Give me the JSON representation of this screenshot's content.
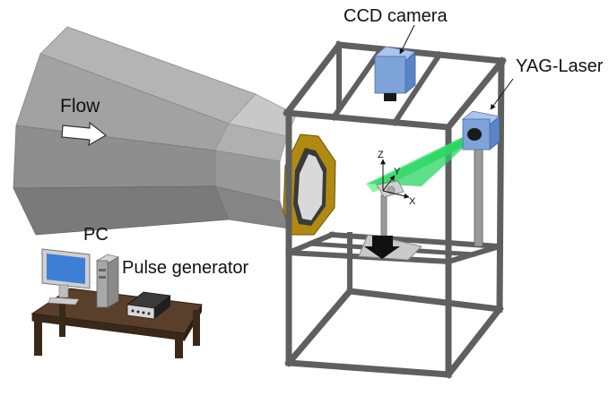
{
  "labels": {
    "flow": "Flow",
    "pc": "PC",
    "pulse_generator": "Pulse generator",
    "ccd_camera": "CCD camera",
    "yag_laser": "YAG-Laser",
    "axis_z": "Z",
    "axis_y": "Y",
    "axis_x": "X"
  },
  "colors": {
    "duct_light": "#a9a9a9",
    "duct_mid": "#8c8c8c",
    "duct_dark": "#6f6f6f",
    "frame": "#6b6b6b",
    "frame_dark": "#4a4a4a",
    "camera_blue": "#7ea3d8",
    "laser_sheet": "#33e06a",
    "ring_gold": "#b08a10",
    "desk": "#4a3524",
    "monitor_screen": "#3e7fd6"
  }
}
